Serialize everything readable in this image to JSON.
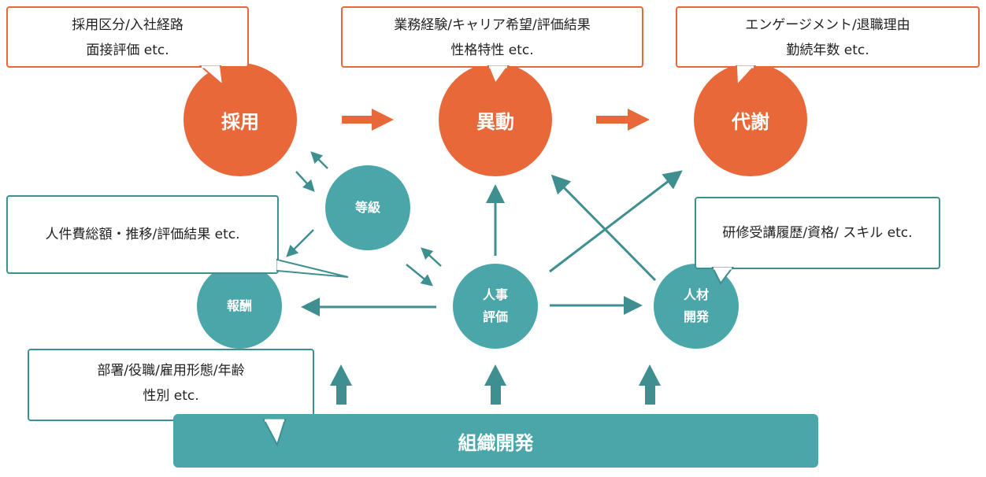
{
  "nodes": {
    "recruit": "採用",
    "transfer": "異動",
    "turnover": "代謝",
    "grade": "等級",
    "compensation": "報酬",
    "evaluation_line1": "人事",
    "evaluation_line2": "評価",
    "development_line1": "人材",
    "development_line2": "開発"
  },
  "callouts": {
    "recruit": [
      "採用区分/入社経路",
      "面接評価 etc."
    ],
    "transfer": [
      "業務経験/キャリア希望/評価結果",
      "性格特性 etc."
    ],
    "turnover": [
      "エンゲージメント/退職理由",
      "勤続年数 etc."
    ],
    "compensation": [
      "人件費総額・推移/評価結果 etc."
    ],
    "development": [
      "研修受講履歴/資格/ スキル etc."
    ],
    "organization": [
      "部署/役職/雇用形態/年齢",
      "性別 etc."
    ]
  },
  "footer_bar": "組織開発",
  "colors": {
    "orange": "#e8683a",
    "teal": "#4aa6a8",
    "teal_dark": "#3f8f91"
  }
}
